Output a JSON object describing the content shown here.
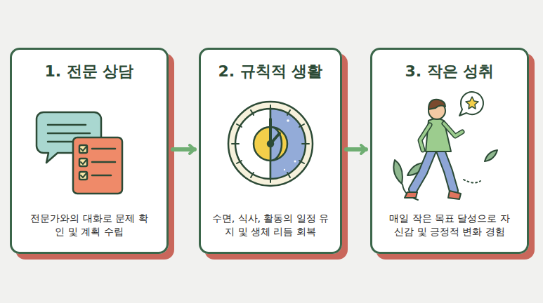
{
  "diagram": {
    "nodes": [
      {
        "text": [
          "1. 전문 상담",
          "전문가와의 대화로 문제 확인 및 계획 수립"
        ]
      },
      {
        "text": [
          "2. 규칙적 생활",
          "수면, 식사, 활동의 일정 유지 및 생체 리듬 회복"
        ]
      },
      {
        "text": [
          "3. 작은 성취",
          "매일 작은 목표 달성으로 자신감 및 긍정적 변화 경험"
        ]
      }
    ],
    "edges": [
      {
        "from": 0,
        "to": 1,
        "arrow": "to"
      },
      {
        "from": 1,
        "to": 2,
        "arrow": "to"
      }
    ]
  }
}
